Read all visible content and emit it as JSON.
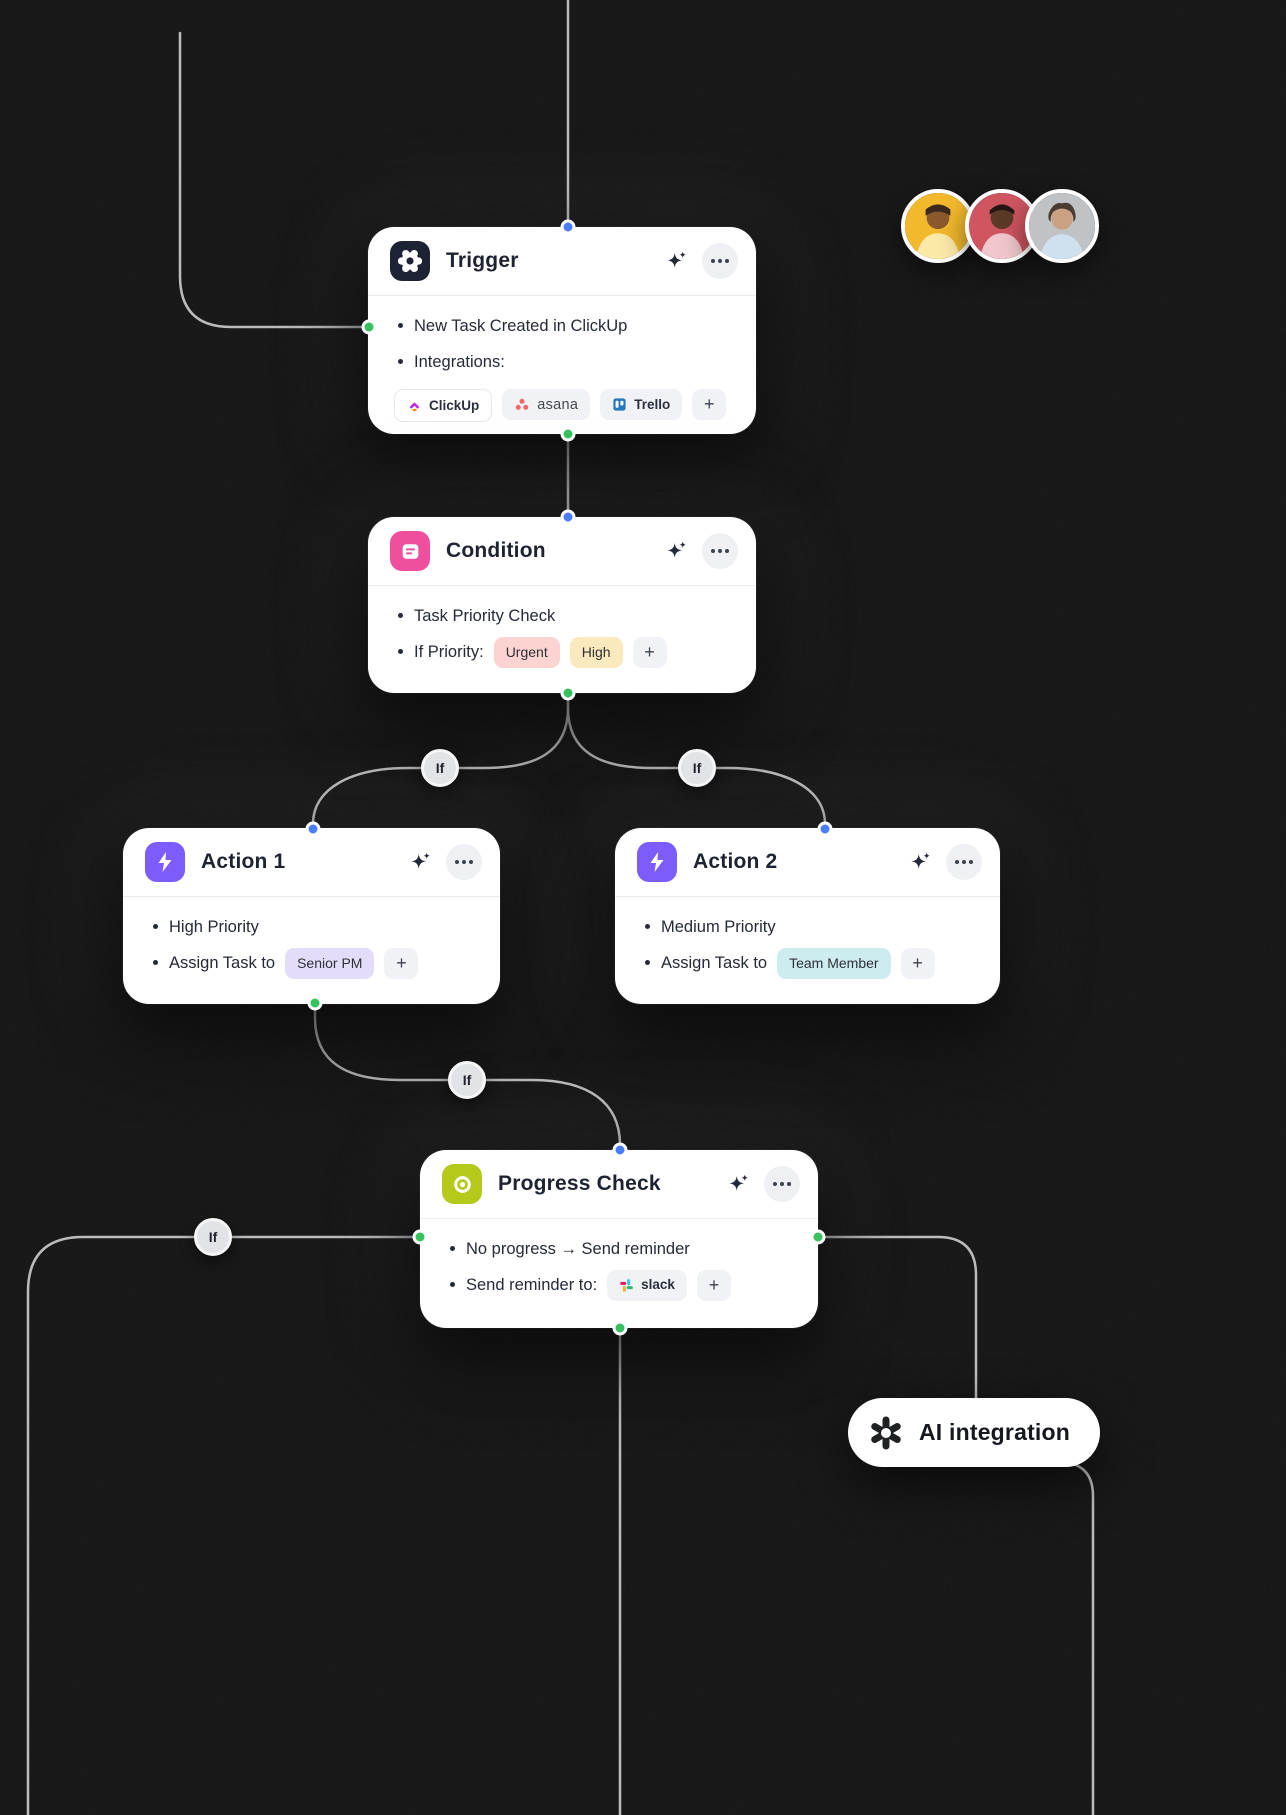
{
  "ui": {
    "plus": "+",
    "if": "If"
  },
  "trigger": {
    "title": "Trigger",
    "items": [
      "New Task Created in ClickUp",
      "Integrations:"
    ],
    "integrations": [
      "ClickUp",
      "asana",
      "Trello"
    ]
  },
  "condition": {
    "title": "Condition",
    "items": [
      "Task Priority Check",
      "If Priority:"
    ],
    "chips": [
      "Urgent",
      "High"
    ]
  },
  "action1": {
    "title": "Action 1",
    "items": [
      "High Priority",
      "Assign Task to"
    ],
    "chip": "Senior PM"
  },
  "action2": {
    "title": "Action 2",
    "items": [
      "Medium Priority",
      "Assign Task to"
    ],
    "chip": "Team Member"
  },
  "progress": {
    "title": "Progress Check",
    "items": [
      "No progress → Send reminder",
      "Send reminder to:"
    ],
    "chip": "slack"
  },
  "ai_pill": {
    "label": "AI integration"
  },
  "icons": {
    "trigger": "gear-flower-icon",
    "condition": "note-icon",
    "action": "lightning-icon",
    "progress": "target-eye-icon",
    "header_buttons": [
      "ai-sparkle-icon",
      "more-options-icon"
    ],
    "logos": [
      "clickup-logo",
      "asana-logo",
      "trello-logo",
      "slack-logo",
      "openai-logo"
    ]
  },
  "colors": {
    "background": "#141414",
    "card": "#ffffff",
    "wire": "#d9d9d9",
    "port_in": "#4a7dfc",
    "port_out": "#36c15c",
    "trigger_icon_bg": "#1d2235",
    "condition_icon_bg": "#ee4f9f",
    "action_icon_bg": "#7c5cfa",
    "progress_icon_bg": "#b4c91a",
    "chip_bg": "#f1f2f5",
    "chip_urgent": "#fbd4d2",
    "chip_high": "#fae9bd",
    "chip_senior_pm": "#e3ddfb",
    "chip_team_member": "#cdecef"
  }
}
